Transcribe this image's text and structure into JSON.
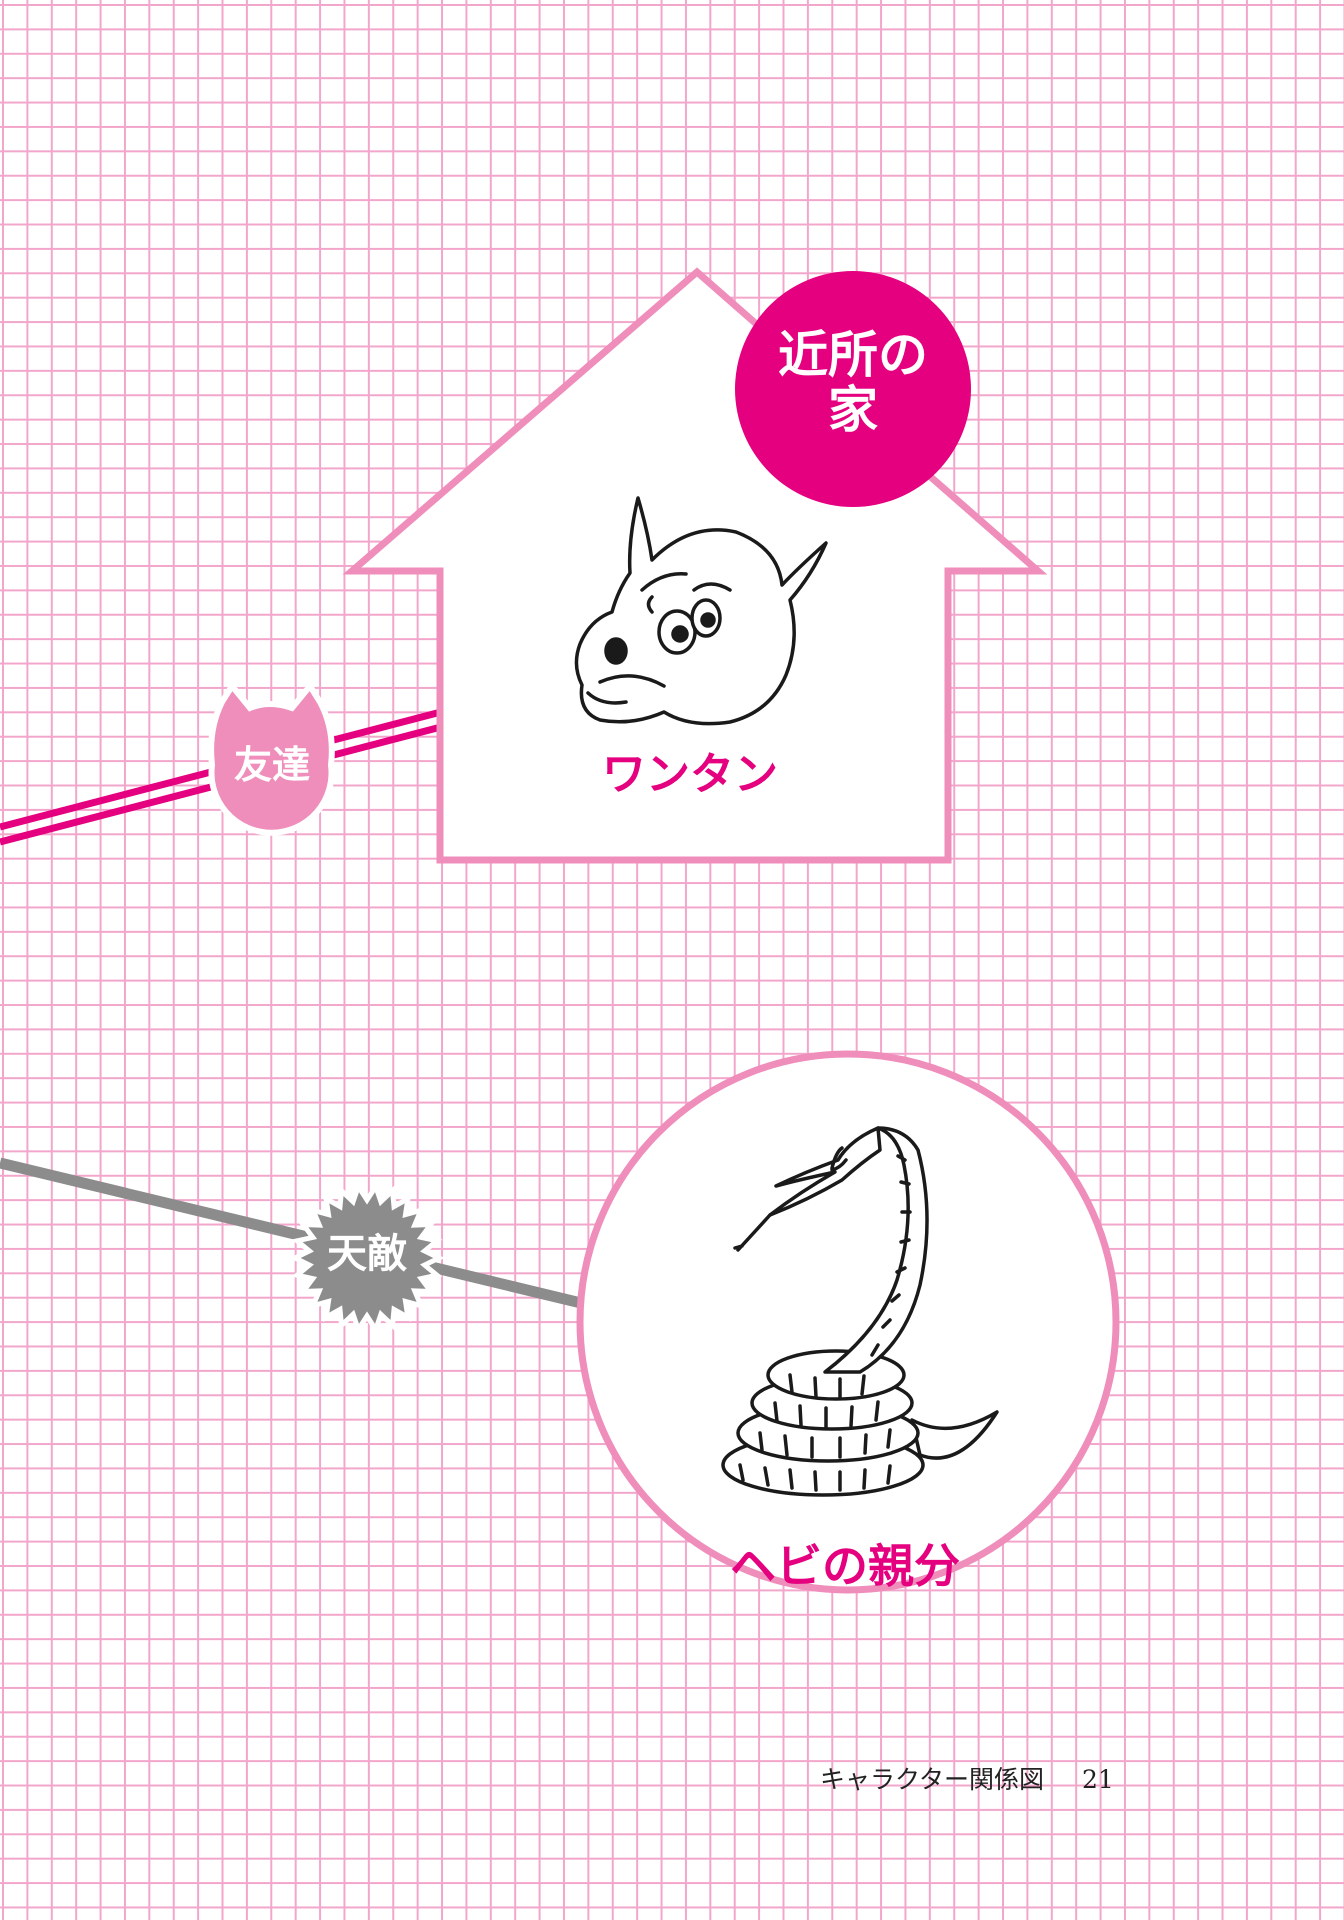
{
  "accent_color": "#e4007f",
  "light_pink": "#ef8dbb",
  "enemy_gray": "#8c8c8c",
  "place_badge": {
    "line1": "近所の",
    "line2": "家"
  },
  "characters": [
    {
      "name": "ワンタン",
      "icon": "dog-face-icon"
    },
    {
      "name": "ヘビの親分",
      "icon": "coiled-snake-icon"
    }
  ],
  "relations": [
    {
      "label": "友達",
      "style": "double-pink-line",
      "badge_icon": "cat-head-badge"
    },
    {
      "label": "天敵",
      "style": "gray-arrow",
      "badge_icon": "spiky-burst-badge"
    }
  ],
  "footer": {
    "title": "キャラクター関係図",
    "page": "21"
  }
}
